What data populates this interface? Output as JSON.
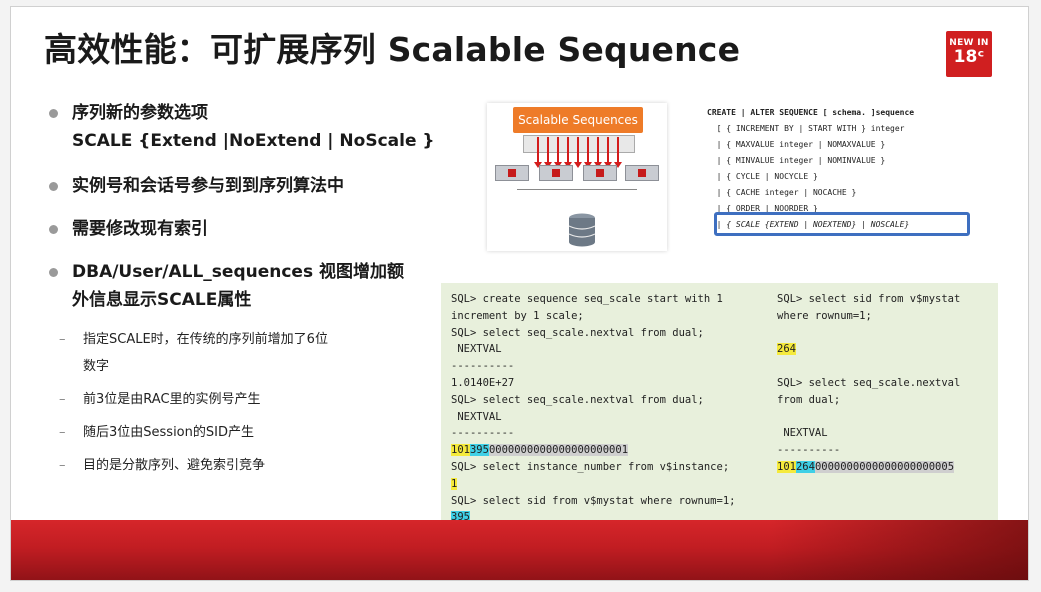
{
  "title": "高效性能：可扩展序列 Scalable Sequence",
  "badge": {
    "line1": "NEW IN",
    "line2": "18ᶜ"
  },
  "bullets": [
    {
      "line1": "序列新的参数选项",
      "line2": "SCALE {Extend |NoExtend | NoScale }"
    },
    {
      "line1": "实例号和会话号参与到到序列算法中"
    },
    {
      "line1": "需要修改现有索引"
    },
    {
      "line1": "DBA/User/ALL_sequences 视图增加额",
      "line2": "外信息显示SCALE属性"
    }
  ],
  "sub_bullets": [
    {
      "line1": "指定SCALE时，在传统的序列前增加了6位",
      "line2": "数字"
    },
    {
      "line1": "前3位是由RAC里的实例号产生"
    },
    {
      "line1": "随后3位由Session的SID产生"
    },
    {
      "line1": "目的是分散序列、避免索引竞争"
    }
  ],
  "diagram": {
    "label": "Scalable Sequences"
  },
  "syntax": [
    "CREATE | ALTER SEQUENCE [ schema. ]sequence",
    "  [ { INCREMENT BY | START WITH } integer",
    "  | { MAXVALUE integer | NOMAXVALUE }",
    "  | { MINVALUE integer | NOMINVALUE }",
    "  | { CYCLE | NOCYCLE }",
    "  | { CACHE integer | NOCACHE }",
    "  | { ORDER | NOORDER }",
    "  | { SCALE {EXTEND | NOEXTEND} | NOSCALE}"
  ],
  "code_left": {
    "l1": "SQL> create sequence seq_scale start with 1",
    "l2": "increment by 1 scale;",
    "l3": "SQL> select seq_scale.nextval from dual;",
    "l4": " NEXTVAL",
    "l5": "----------",
    "l6": "1.0140E+27",
    "l7": "SQL> select seq_scale.nextval from dual;",
    "l8": " NEXTVAL",
    "l9": "----------",
    "v1a": "101",
    "v1b": "395",
    "v1c": "0000000000000000000001",
    "l10": "SQL> select instance_number from v$instance;",
    "v2": "1",
    "l11": "SQL> select sid from v$mystat where rownum=1;",
    "v3": "395"
  },
  "code_right": {
    "l1": "SQL> select sid from v$mystat",
    "l2": "where rownum=1;",
    "v1": "264",
    "l3": "SQL> select seq_scale.nextval",
    "l4": "from dual;",
    "l5": " NEXTVAL",
    "l6": "----------",
    "v2a": "101",
    "v2b": "264",
    "v2c": "0000000000000000000005"
  },
  "colors": {
    "accent_red": "#d01f20",
    "orange": "#ee7b28",
    "code_bg": "#e8f0dc",
    "highlight_yellow": "#f5ea3c",
    "highlight_cyan": "#3fd0e6",
    "box_blue": "#3e6fc0"
  },
  "icons": [
    "database-icon",
    "server-icon"
  ]
}
